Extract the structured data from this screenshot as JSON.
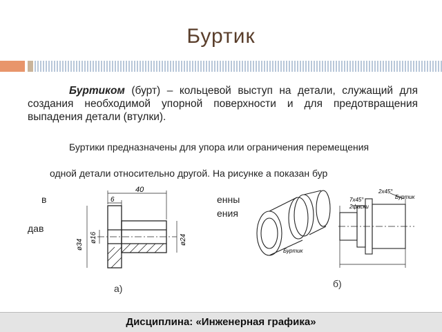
{
  "slide": {
    "title": "Буртик",
    "para1_term": "Буртиком",
    "para1_rest": " (бурт) – кольцевой выступ на детали, служащий для создания необходимой упорной поверхности и для предотвращения выпадения детали (втулки).",
    "para2": "Буртики предназначены для упора или ограничения перемещения",
    "para3": "одной детали относительно другой. На рисунке  а показан бур",
    "frag_v": "в",
    "frag_enny": "енны",
    "frag_eniya": "ения",
    "frag_dav": "дав",
    "caption_a": "а)",
    "caption_b": "б)",
    "footer": "Дисциплина: «Инженерная графика»"
  },
  "drawing_a": {
    "dim_length": "40",
    "dim_flange": "6",
    "dim_d1": "ø34",
    "dim_d2": "ø16",
    "dim_d3": "ø24"
  },
  "drawing_b": {
    "chamfer_top": "2x45°",
    "chamfer_left": "7x45°",
    "chamfer_count": "2фаски",
    "label_burtik": "Буртик",
    "label_burtik2": "Буртик"
  }
}
